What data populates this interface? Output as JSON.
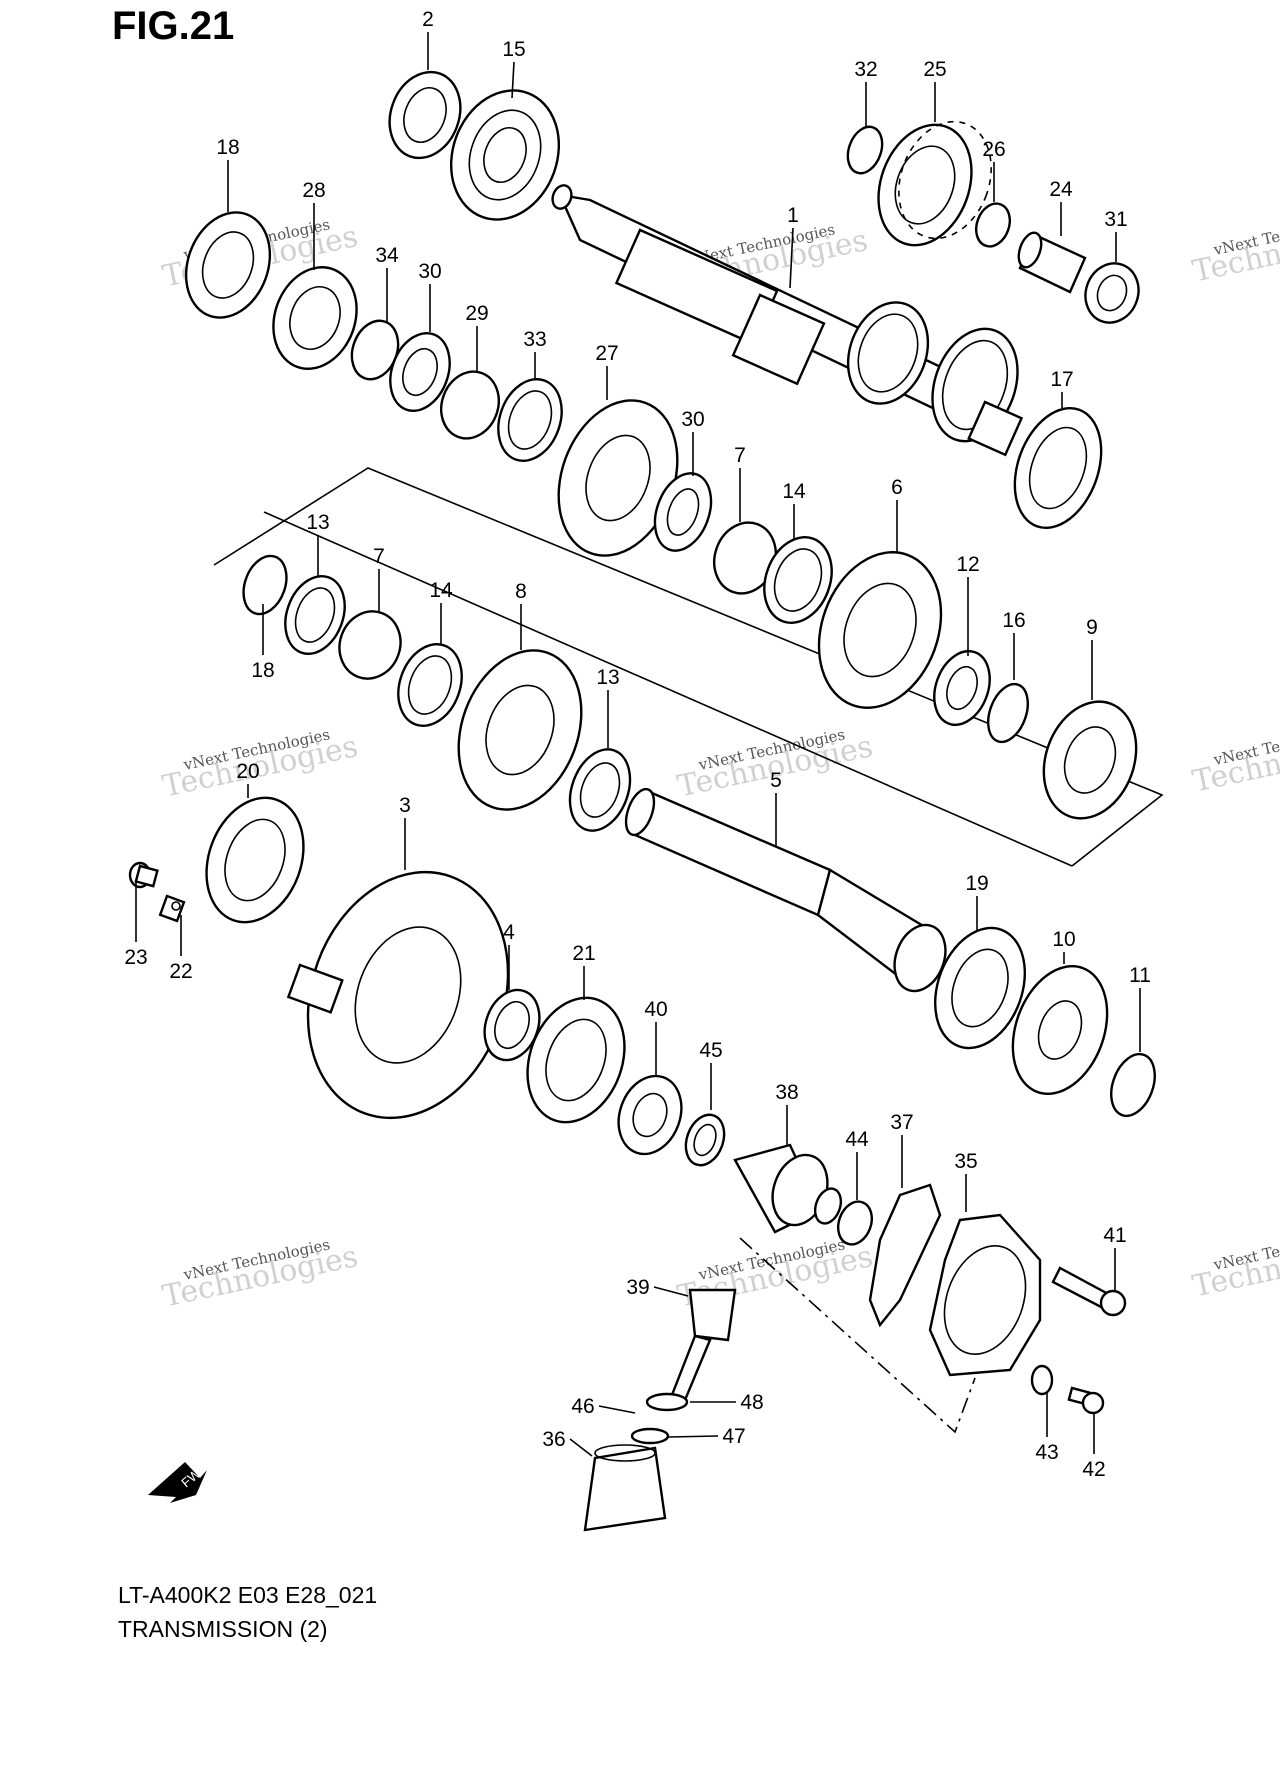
{
  "figure": {
    "title": "FIG.21",
    "model_code": "LT-A400K2 E03 E28_021",
    "section": "TRANSMISSION (2)",
    "fwd_label": "FWD"
  },
  "watermark": {
    "line1": "vNext Technologies",
    "line2": "vNext",
    "line3": "Technologies"
  },
  "callouts": [
    "2",
    "15",
    "32",
    "25",
    "18",
    "28",
    "26",
    "24",
    "31",
    "34",
    "30",
    "1",
    "29",
    "33",
    "27",
    "17",
    "30",
    "7",
    "14",
    "6",
    "13",
    "7",
    "14",
    "8",
    "12",
    "16",
    "9",
    "18",
    "13",
    "5",
    "20",
    "3",
    "23",
    "22",
    "4",
    "21",
    "19",
    "10",
    "11",
    "40",
    "45",
    "38",
    "44",
    "37",
    "35",
    "41",
    "39",
    "48",
    "46",
    "47",
    "36",
    "43",
    "42"
  ]
}
